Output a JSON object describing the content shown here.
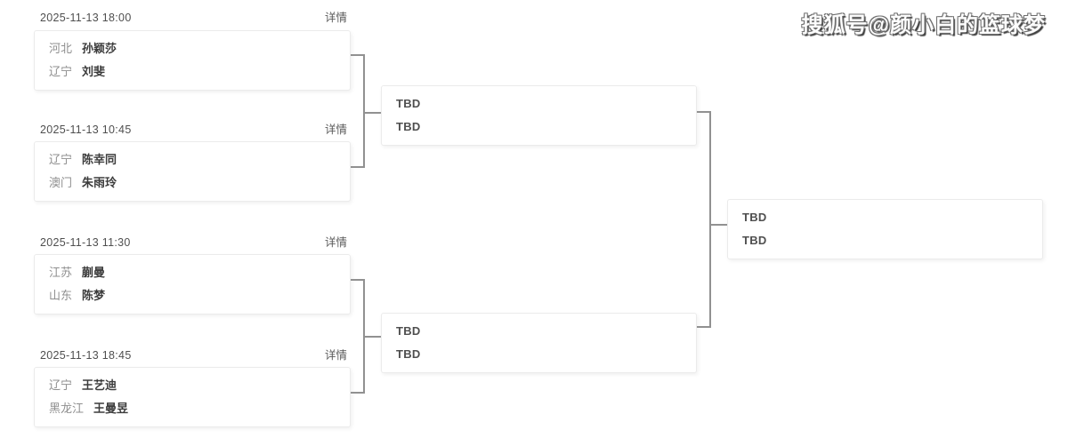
{
  "watermark": "搜狐号@颜小白的篮球梦",
  "bracket": {
    "detail_label": "详情",
    "rounds": [
      {
        "matches": [
          {
            "datetime": "2025-11-13  18:00",
            "players": [
              {
                "region": "河北",
                "name": "孙颖莎"
              },
              {
                "region": "辽宁",
                "name": "刘斐"
              }
            ]
          },
          {
            "datetime": "2025-11-13  10:45",
            "players": [
              {
                "region": "辽宁",
                "name": "陈幸同"
              },
              {
                "region": "澳门",
                "name": "朱雨玲"
              }
            ]
          },
          {
            "datetime": "2025-11-13  11:30",
            "players": [
              {
                "region": "江苏",
                "name": "蒯曼"
              },
              {
                "region": "山东",
                "name": "陈梦"
              }
            ]
          },
          {
            "datetime": "2025-11-13  18:45",
            "players": [
              {
                "region": "辽宁",
                "name": "王艺迪"
              },
              {
                "region": "黑龙江",
                "name": "王曼昱"
              }
            ]
          }
        ]
      },
      {
        "matches": [
          {
            "players": [
              {
                "name": "TBD"
              },
              {
                "name": "TBD"
              }
            ]
          },
          {
            "players": [
              {
                "name": "TBD"
              },
              {
                "name": "TBD"
              }
            ]
          }
        ]
      },
      {
        "matches": [
          {
            "players": [
              {
                "name": "TBD"
              },
              {
                "name": "TBD"
              }
            ]
          }
        ]
      }
    ]
  },
  "theme": {
    "background": "#ffffff",
    "card_border": "#ebebeb",
    "connector_line": "#919191",
    "date_text": "#4f4f4f",
    "detail_link_text": "#595959",
    "region_text": "#8f8f8f",
    "player_name_text": "#3c3c3c"
  }
}
